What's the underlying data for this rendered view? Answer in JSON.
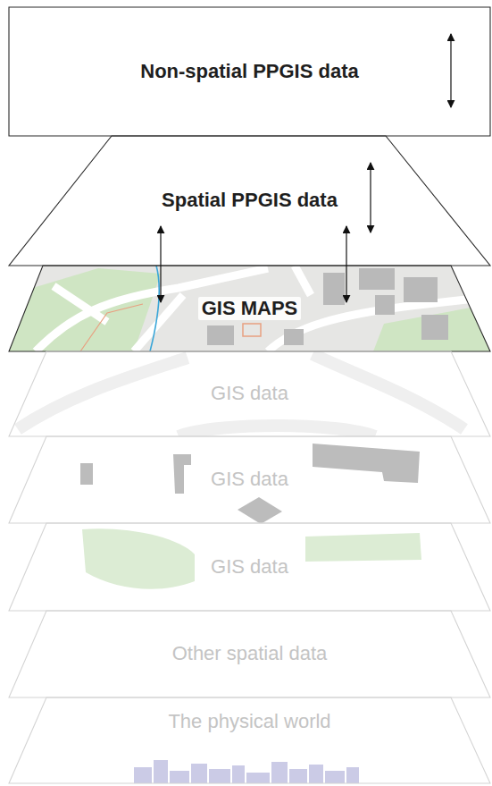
{
  "diagram": {
    "nodes": [
      {
        "text": [
          "Non-spatial PPGIS data"
        ]
      },
      {
        "text": [
          "Spatial PPGIS data"
        ]
      },
      {
        "text": [
          "GIS MAPS"
        ]
      },
      {
        "text": [
          "GIS data"
        ]
      },
      {
        "text": [
          "GIS data"
        ]
      },
      {
        "text": [
          "GIS data"
        ]
      },
      {
        "text": [
          "Other spatial data"
        ]
      },
      {
        "text": [
          "The physical world"
        ]
      }
    ],
    "edges": [
      {
        "from": 1,
        "to": 2,
        "arrow": "both"
      },
      {
        "from": 1,
        "to": 2,
        "arrow": "both"
      }
    ]
  }
}
